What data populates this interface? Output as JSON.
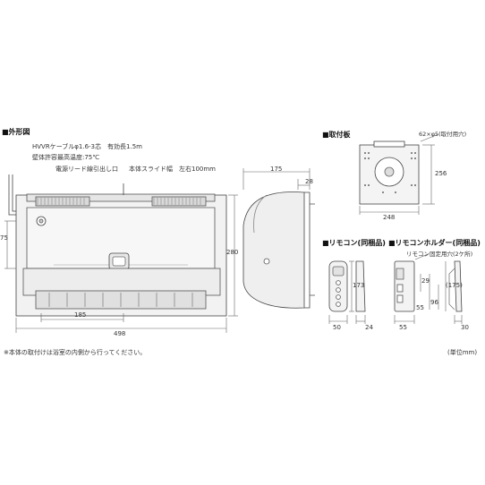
{
  "sections": {
    "main_title": "■外形図",
    "mounting_plate": "■取付板",
    "remote": "■リモコン(同梱品)",
    "remote_holder": "■リモコンホルダー(同梱品)"
  },
  "callouts": {
    "cable": "HVVRケーブルφ1.6-3芯　有効長1.5m",
    "wall_temp": "壁体許容最高温度:75℃",
    "lead_exit": "電源リード線引出し口",
    "slide_width": "本体スライド幅　左右100mm",
    "mount_holes": "62×φ5(取付用穴)",
    "holder_holes": "リモコン固定用穴(2ケ所)"
  },
  "dims": {
    "d75": "75",
    "d185": "185",
    "d498": "498",
    "d280": "280",
    "d175": "175",
    "d28": "28",
    "d248": "248",
    "d256": "256",
    "d50": "50",
    "d173": "173",
    "d24": "24",
    "d55": "55",
    "d29": "29",
    "d96": "96",
    "d55b": "55",
    "d175p": "(175)",
    "d30": "30"
  },
  "notes": {
    "install": "※本体の取付けは浴室の内側から行ってください。",
    "unit": "(単位mm)"
  }
}
